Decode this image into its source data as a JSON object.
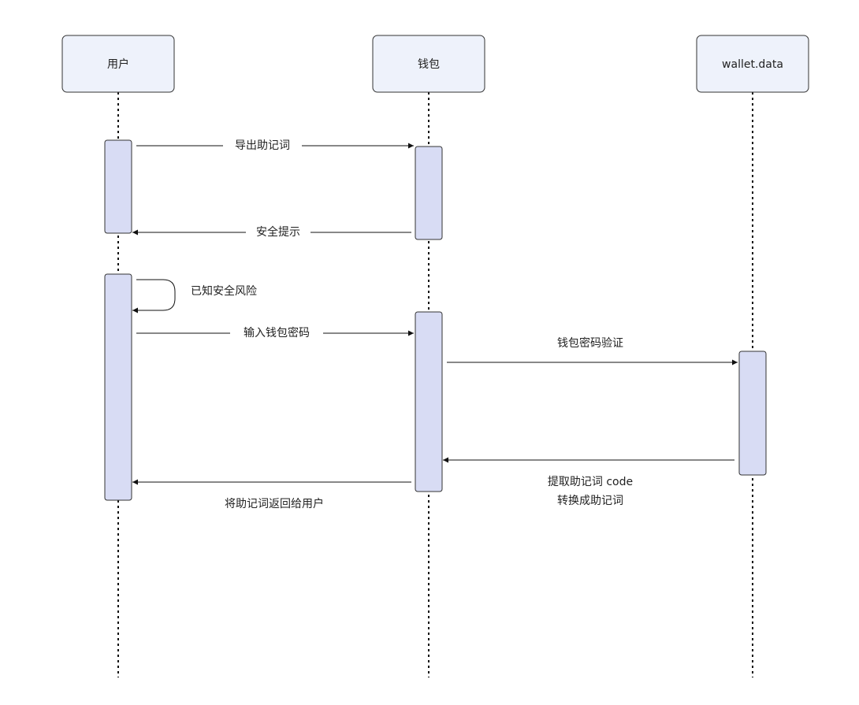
{
  "actors": [
    {
      "id": "user",
      "label": "用户"
    },
    {
      "id": "wallet",
      "label": "钱包"
    },
    {
      "id": "data",
      "label": "wallet.data"
    }
  ],
  "messages": [
    {
      "id": "m1",
      "from": "user",
      "to": "wallet",
      "label": "导出助记词"
    },
    {
      "id": "m2",
      "from": "wallet",
      "to": "user",
      "label": "安全提示"
    },
    {
      "id": "m3",
      "from": "user",
      "to": "user",
      "label": "已知安全风险"
    },
    {
      "id": "m4",
      "from": "user",
      "to": "wallet",
      "label": "输入钱包密码"
    },
    {
      "id": "m5",
      "from": "wallet",
      "to": "data",
      "label": "钱包密码验证"
    },
    {
      "id": "m6",
      "from": "data",
      "to": "wallet",
      "label_lines": [
        "提取助记词 code",
        "转换成助记词"
      ]
    },
    {
      "id": "m7",
      "from": "wallet",
      "to": "user",
      "label": "将助记词返回给用户"
    }
  ]
}
